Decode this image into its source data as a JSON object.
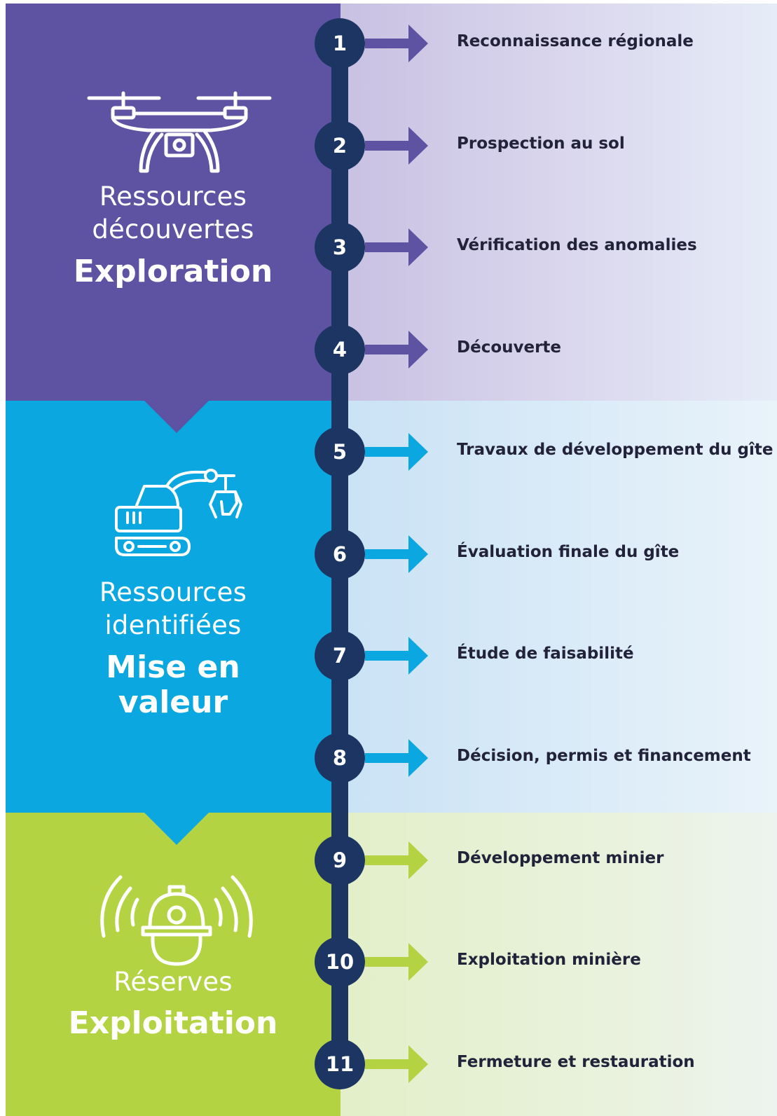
{
  "colors": {
    "exploration": "#5e52a3",
    "mise_en_valeur": "#0aa7e0",
    "exploitation": "#b3d343",
    "spine": "#1c3563",
    "label_text": "#22223a"
  },
  "phases": [
    {
      "subtitle_line1": "Ressources",
      "subtitle_line2": "découvertes",
      "title_line1": "Exploration",
      "title_line2": "",
      "icon": "drone-icon"
    },
    {
      "subtitle_line1": "Ressources",
      "subtitle_line2": "identifiées",
      "title_line1": "Mise en",
      "title_line2": "valeur",
      "icon": "excavator-icon"
    },
    {
      "subtitle_line1": "Réserves",
      "subtitle_line2": "",
      "title_line1": "Exploitation",
      "title_line2": "",
      "icon": "miner-helmet-icon"
    }
  ],
  "steps": [
    {
      "number": "1",
      "label": "Reconnaissance régionale"
    },
    {
      "number": "2",
      "label": "Prospection au sol"
    },
    {
      "number": "3",
      "label": "Vérification des anomalies"
    },
    {
      "number": "4",
      "label": "Découverte"
    },
    {
      "number": "5",
      "label": "Travaux de développement du gîte"
    },
    {
      "number": "6",
      "label": "Évaluation finale du gîte"
    },
    {
      "number": "7",
      "label": "Étude de faisabilité"
    },
    {
      "number": "8",
      "label": "Décision, permis et financement"
    },
    {
      "number": "9",
      "label": "Développement minier"
    },
    {
      "number": "10",
      "label": "Exploitation minière"
    },
    {
      "number": "11",
      "label": "Fermeture et restauration"
    }
  ]
}
